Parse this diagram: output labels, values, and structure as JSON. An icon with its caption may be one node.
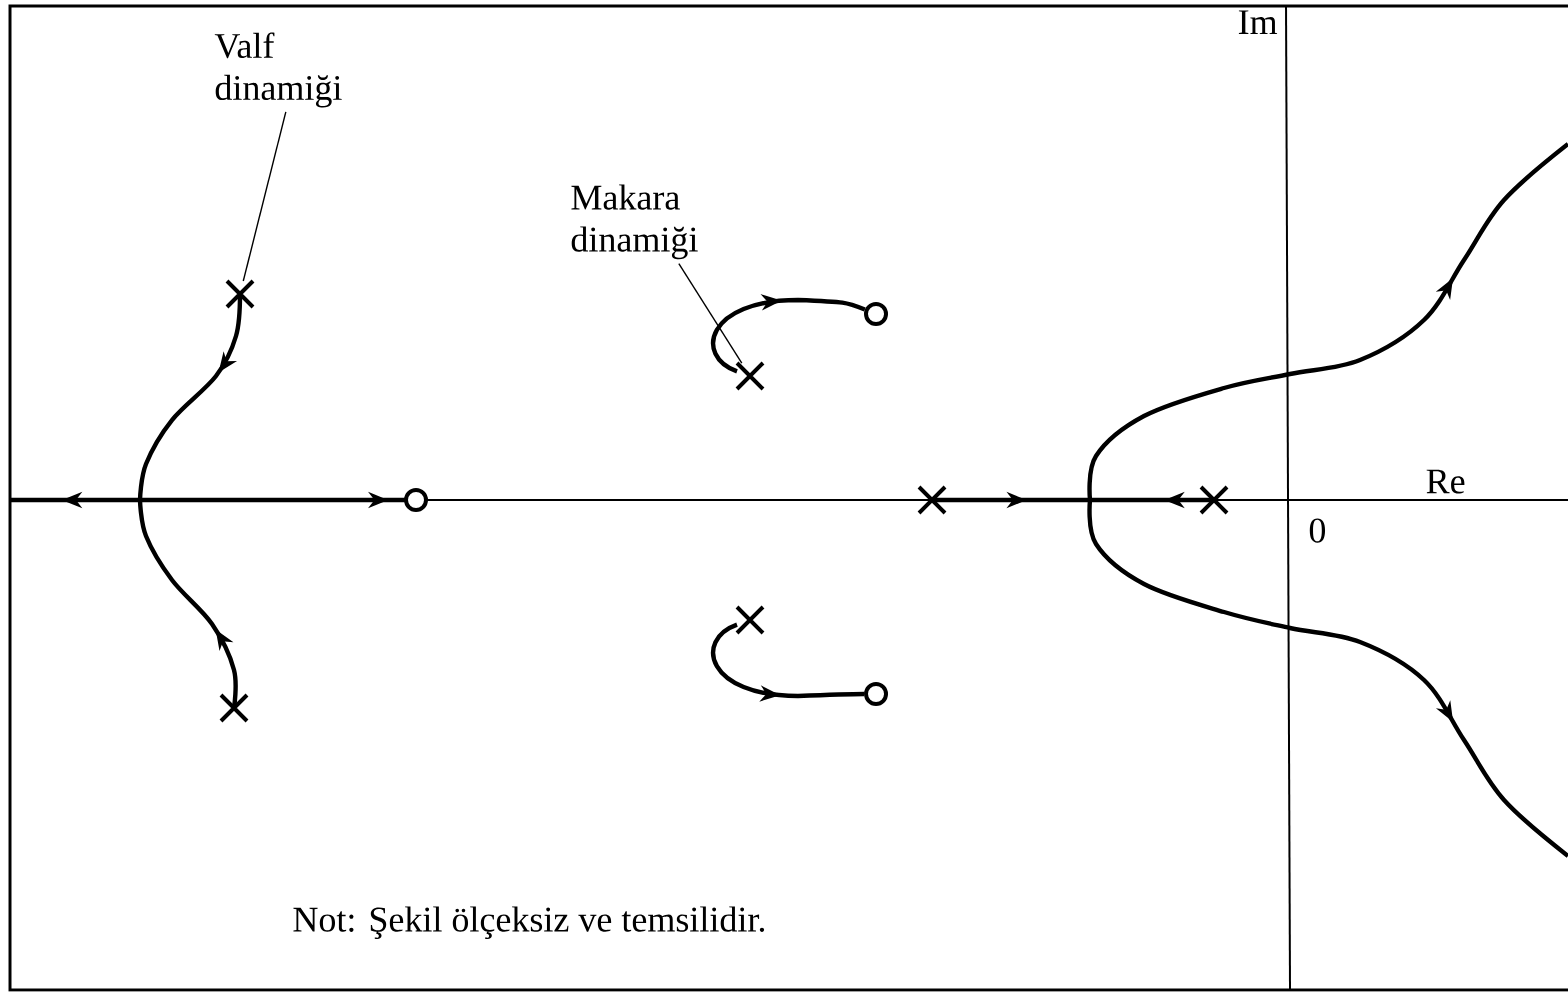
{
  "diagram": {
    "nodes": [
      {
        "text": [
          "Valf dinamiği"
        ]
      },
      {
        "text": [],
        "shape": "cross"
      },
      {
        "text": [
          "Makara dinamiği"
        ]
      },
      {
        "text": [],
        "shape": "cross"
      },
      {
        "text": [],
        "shape": "circle"
      },
      {
        "text": [],
        "shape": "cross"
      },
      {
        "text": [],
        "shape": "circle"
      },
      {
        "text": [],
        "shape": "circle"
      }
    ],
    "edges": [
      {
        "from": 0,
        "to": 1,
        "arrow": "none"
      },
      {
        "from": 2,
        "to": 3,
        "arrow": "none"
      },
      {
        "from": 3,
        "to": 4,
        "arrow": "to",
        "style": "thick"
      },
      {
        "from": 5,
        "to": 6,
        "arrow": "to",
        "style": "thick"
      }
    ],
    "labels": [
      "Im",
      "Re",
      "0",
      "Not: Şekil ölçeksiz ve temsilidir."
    ]
  }
}
